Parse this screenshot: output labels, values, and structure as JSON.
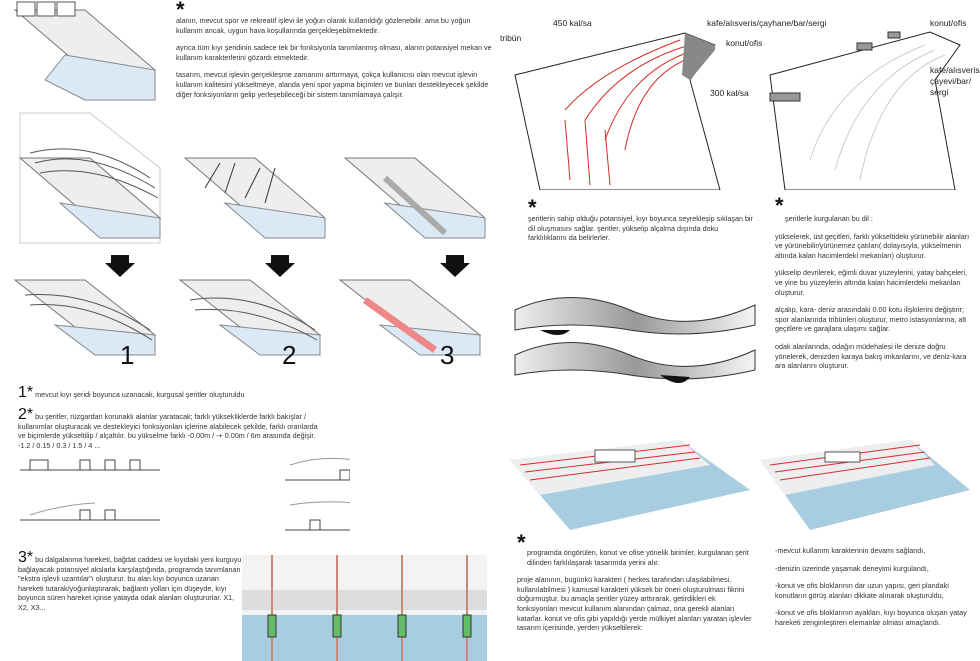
{
  "intro": {
    "star": "*",
    "p1": "alanın, mevcut spor ve rekreatif işlevi ile yoğun olarak kullanıldığı gözlenebilir. ama bu yoğun kullanım ancak, uygun hava koşullarında gerçekleşebilmektedir.",
    "p2": "ayrıca tüm kıyı şeridinin sadece tek bir fonksiyonla tanımlanmış olması, alanın potansiyel mekan ve kullanım karakterlerini gözardı etmektedir.",
    "p3": "tasarım, mevcut işlevin gerçekleşme zamanını arttırmaya, çokça kullanıcısı olan mevcut işlevin kullanım kalitesini yükseltmeye, alanda yeni spor yapma biçimleri ve bunları destekleyecek şekilde diğer fonksiyonların gelip yerleşebileceği bir sistem tanımlamaya çalışır."
  },
  "steps": [
    "1",
    "2",
    "3"
  ],
  "notes": [
    {
      "n": "1*",
      "text": "mevcut kıyı şeridi boyunca uzanacak, kurgusal şeritler oluşturuldu"
    },
    {
      "n": "2*",
      "text": "bu şeritler, rüzgardan korunaklı alanlar yaratacak; farklı yüksekliklerde farklı bakışlar / kullanımlar oluşturacak ve destekleyici fonksiyonları içlerine alabilecek şekilde, farklı oranlarda ve biçimlerde yükseltilip / alçaltılır. bu yükselme farklı -0.00m / -+ 0.00m / 6m arasında değişir.  -1.2 / 0.15 / 0.3 / 1.5 / 4 ..."
    },
    {
      "n": "3*",
      "text": "bu dalgalanma hareketi, bağdat caddesi ve kıyıdaki yeni kurguyu bağlayacak potansiyel akslarla karşılaştığında, programda tanımlanan \"ekstra işlevli uzantılar\"ı oluşturur. bu alan kıyı boyunca uzanan hareketi tutarak/yoğunlaştırarak, bağlantı yolları için düşeyde, kıyı boyunca süren hareket içinse yatayda odak alanları oluştururlar. X1, X2, X3..."
    }
  ],
  "diagram_labels": {
    "tribun": "tribün",
    "k450": "450 kal/sa",
    "k300": "300 kal/sa",
    "kafe1": "kafe/alısveris/çayhane/bar/sergi",
    "konut1": "konut/ofis",
    "konut2": "konut/ofis",
    "kafe2": "kafe/alısveris/\nçayevi/bar/\nsergi"
  },
  "ribbon_text": {
    "star": "*",
    "text": "şeritlerin sahip olduğu potansiyel, kıyı boyunca seyrekleşip sıklaşan bir dil oluşmasını sağlar. şeritler, yükselip alçalma dışında doku farklılıklarını da belirlerler."
  },
  "language": {
    "star": "*",
    "intro": "şeritlerle kurgulanan bu dil :",
    "p1": "yükselerek, üst geçitleri,  farklı yükseltideki yürünebilir alanları ve yürünebilir/yürünemez çatıları( dolayısıyla, yükselmenin altında kalan hacimlerdeki mekanları) oluşturur.",
    "p2": "yükselip devrilerek, eğimli duvar yüzeylerini, yatay bahçeleri, ve yine bu yüzeylerin altında kalan hacimlerdeki mekanları oluşturur.",
    "p3": "alçalıp, kara- deniz arasındaki 0.00 kotu ilişkilerini değiştirir; spor alanlarında tribünleri oluşturur, metro istasyonlarına, alt geçitlere ve garajlara ulaşımı sağlar.",
    "p4": "odak alanlarında, odağın müdehalesi ile denize doğru yönelerek, denizden karaya bakış imkanlarını, ve deniz-kara ara alanlarını oluşturur."
  },
  "program": {
    "star": "*",
    "p1": "programda öngörülen, konut ve ofise yönelik birimler, kurgulanan şerit dilinden farklılaşarak tasarımda yerini alır.",
    "p2": "proje alanının, bugünkü karakteri ( herkes tarafından ulaşılabilmesi, kullanılabilmesi ) kamusal karakteri yüksek bir öneri oluşturulması fikrini doğurmuştur. bu amaçla şeritler yüzey arttırarak, getirdikleri ek fonksiyonları mevcut kullanım alanından çalmaz, ona gerekli alanları katarlar. konut ve ofis gibi yapıldığı yerde mülkiyet alanları yaratan işlevler tasarım içerisinde, yerden yükseltilerek:"
  },
  "results": [
    "-mevcut kullanım karakterinin devamı sağlandı,",
    "-denizin üzerinde yaşamak deneyimi kurgulandı,",
    "-konut ve ofis bloklarının dar uzun yapısı, geri plandaki konutların görüş alanları dikkate alınarak oluşturuldu,",
    "-konut ve ofis bloklarının ayakları, kıyı boyunca oluşan yatay hareketi zenginleştiren elemanlar olması amaçlandı."
  ],
  "colors": {
    "red": "#d62b2b",
    "sea": "#a9cde0",
    "seaLight": "#dbe9f7",
    "arrow": "#111111"
  }
}
